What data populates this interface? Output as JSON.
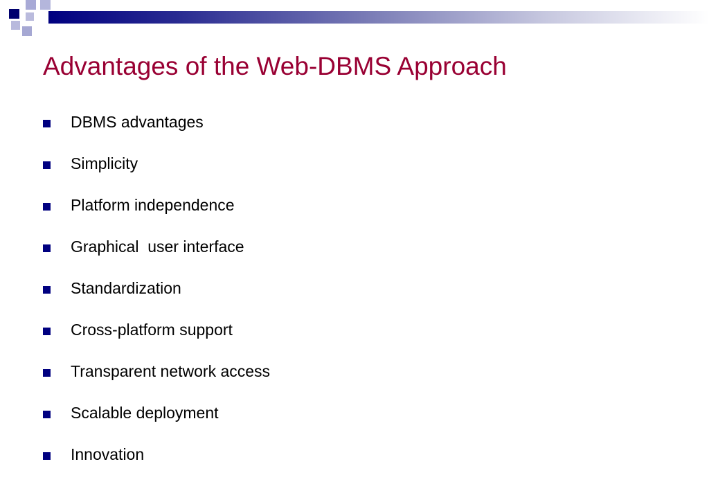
{
  "slide": {
    "title": "Advantages of the Web-DBMS Approach",
    "bullets": [
      {
        "text": "DBMS advantages"
      },
      {
        "text": "Simplicity"
      },
      {
        "text": "Platform independence"
      },
      {
        "text": "Graphical  user interface"
      },
      {
        "text": "Standardization"
      },
      {
        "text": "Cross-platform support"
      },
      {
        "text": "Transparent network access"
      },
      {
        "text": "Scalable deployment"
      },
      {
        "text": "Innovation"
      }
    ]
  },
  "colors": {
    "title": "#990033",
    "bullet": "#000080",
    "header_bar_start": "#000080",
    "header_bar_end": "#ffffff"
  },
  "icons": {
    "bullet_marker": "square-bullet-icon"
  }
}
